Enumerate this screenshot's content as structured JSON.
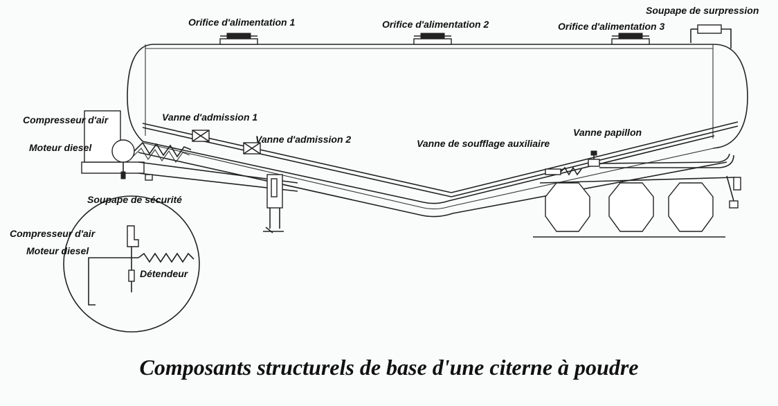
{
  "labels": {
    "feed_port_1": "Orifice d'alimentation 1",
    "feed_port_2": "Orifice d'alimentation 2",
    "feed_port_3": "Orifice d'alimentation 3",
    "relief_valve": "Soupape de surpression",
    "air_compressor": "Compresseur d'air",
    "diesel_engine": "Moteur diesel",
    "intake_valve_1": "Vanne d'admission 1",
    "intake_valve_2": "Vanne d'admission 2",
    "aux_blow_valve": "Vanne de soufflage auxiliaire",
    "butterfly_valve": "Vanne papillon",
    "safety_valve": "Soupape de sécurité",
    "detail_air_compressor": "Compresseur d'air",
    "detail_diesel_engine": "Moteur diesel",
    "pressure_regulator": "Détendeur"
  },
  "caption": "Composants structurels de base d'une citerne à poudre",
  "colors": {
    "line": "#222222",
    "background": "#fafbfb",
    "text": "#111111"
  }
}
